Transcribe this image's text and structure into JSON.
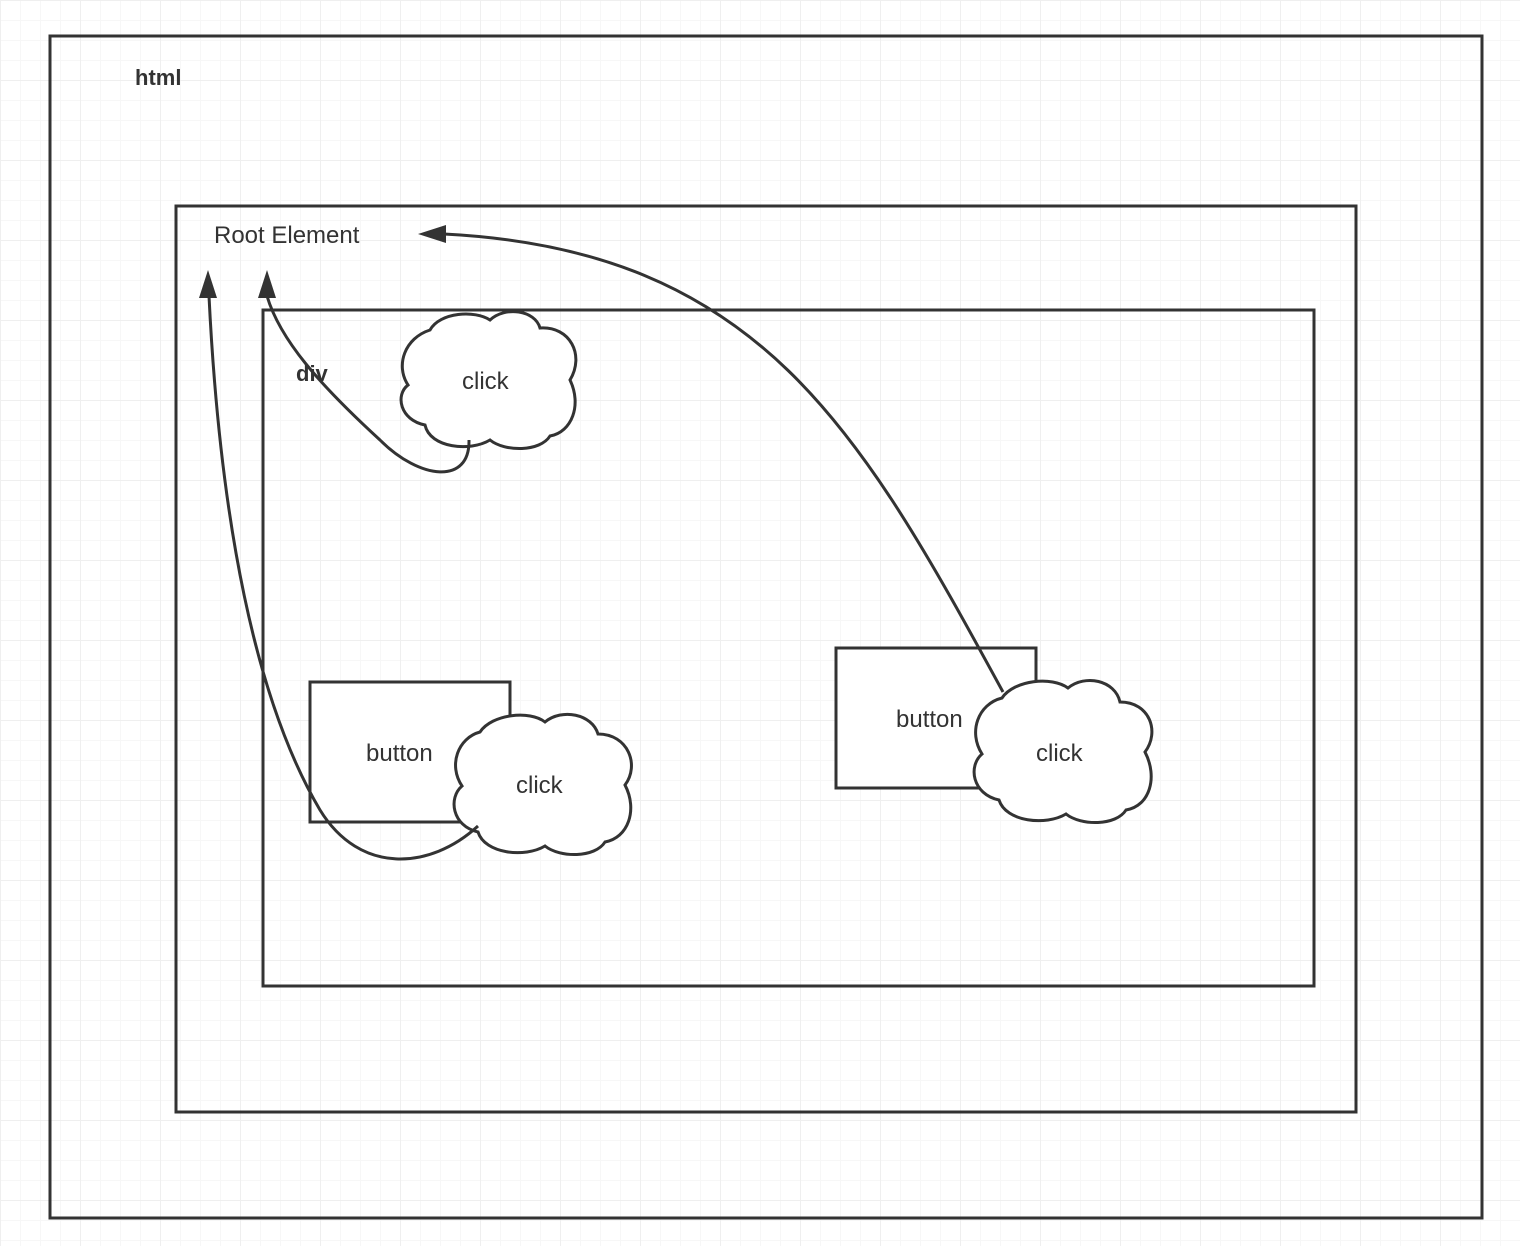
{
  "diagram": {
    "html_label": "html",
    "root_label": "Root Element",
    "div_label": "div",
    "button_left_label": "button",
    "button_right_label": "button",
    "cloud_top_label": "click",
    "cloud_left_label": "click",
    "cloud_right_label": "click"
  }
}
